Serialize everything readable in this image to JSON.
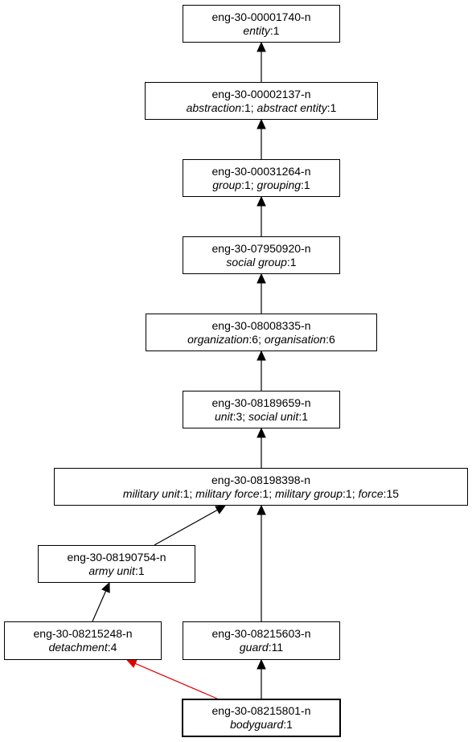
{
  "graph": {
    "nodes": [
      {
        "id": "n0",
        "synset": "eng-30-00001740-n",
        "lemmas": [
          {
            "word": "entity",
            "sense": ":1"
          }
        ],
        "selected": false
      },
      {
        "id": "n1",
        "synset": "eng-30-00002137-n",
        "lemmas": [
          {
            "word": "abstraction",
            "sense": ":1"
          },
          {
            "word": "abstract entity",
            "sense": ":1"
          }
        ],
        "selected": false
      },
      {
        "id": "n2",
        "synset": "eng-30-00031264-n",
        "lemmas": [
          {
            "word": "group",
            "sense": ":1"
          },
          {
            "word": "grouping",
            "sense": ":1"
          }
        ],
        "selected": false
      },
      {
        "id": "n3",
        "synset": "eng-30-07950920-n",
        "lemmas": [
          {
            "word": "social group",
            "sense": ":1"
          }
        ],
        "selected": false
      },
      {
        "id": "n4",
        "synset": "eng-30-08008335-n",
        "lemmas": [
          {
            "word": "organization",
            "sense": ":6"
          },
          {
            "word": "organisation",
            "sense": ":6"
          }
        ],
        "selected": false
      },
      {
        "id": "n5",
        "synset": "eng-30-08189659-n",
        "lemmas": [
          {
            "word": "unit",
            "sense": ":3"
          },
          {
            "word": "social unit",
            "sense": ":1"
          }
        ],
        "selected": false
      },
      {
        "id": "n6",
        "synset": "eng-30-08198398-n",
        "lemmas": [
          {
            "word": "military unit",
            "sense": ":1"
          },
          {
            "word": "military force",
            "sense": ":1"
          },
          {
            "word": "military group",
            "sense": ":1"
          },
          {
            "word": "force",
            "sense": ":15"
          }
        ],
        "selected": false
      },
      {
        "id": "n7",
        "synset": "eng-30-08190754-n",
        "lemmas": [
          {
            "word": "army unit",
            "sense": ":1"
          }
        ],
        "selected": false
      },
      {
        "id": "n8",
        "synset": "eng-30-08215248-n",
        "lemmas": [
          {
            "word": "detachment",
            "sense": ":4"
          }
        ],
        "selected": false
      },
      {
        "id": "n9",
        "synset": "eng-30-08215603-n",
        "lemmas": [
          {
            "word": "guard",
            "sense": ":11"
          }
        ],
        "selected": false
      },
      {
        "id": "n10",
        "synset": "eng-30-08215801-n",
        "lemmas": [
          {
            "word": "bodyguard",
            "sense": ":1"
          }
        ],
        "selected": true
      }
    ],
    "edges": [
      {
        "from": "n1",
        "to": "n0",
        "color": "#000000"
      },
      {
        "from": "n2",
        "to": "n1",
        "color": "#000000"
      },
      {
        "from": "n3",
        "to": "n2",
        "color": "#000000"
      },
      {
        "from": "n4",
        "to": "n3",
        "color": "#000000"
      },
      {
        "from": "n5",
        "to": "n4",
        "color": "#000000"
      },
      {
        "from": "n6",
        "to": "n5",
        "color": "#000000"
      },
      {
        "from": "n7",
        "to": "n6",
        "color": "#000000"
      },
      {
        "from": "n9",
        "to": "n6",
        "color": "#000000"
      },
      {
        "from": "n8",
        "to": "n7",
        "color": "#000000"
      },
      {
        "from": "n10",
        "to": "n9",
        "color": "#000000"
      },
      {
        "from": "n10",
        "to": "n8",
        "color": "#e00000"
      }
    ]
  }
}
